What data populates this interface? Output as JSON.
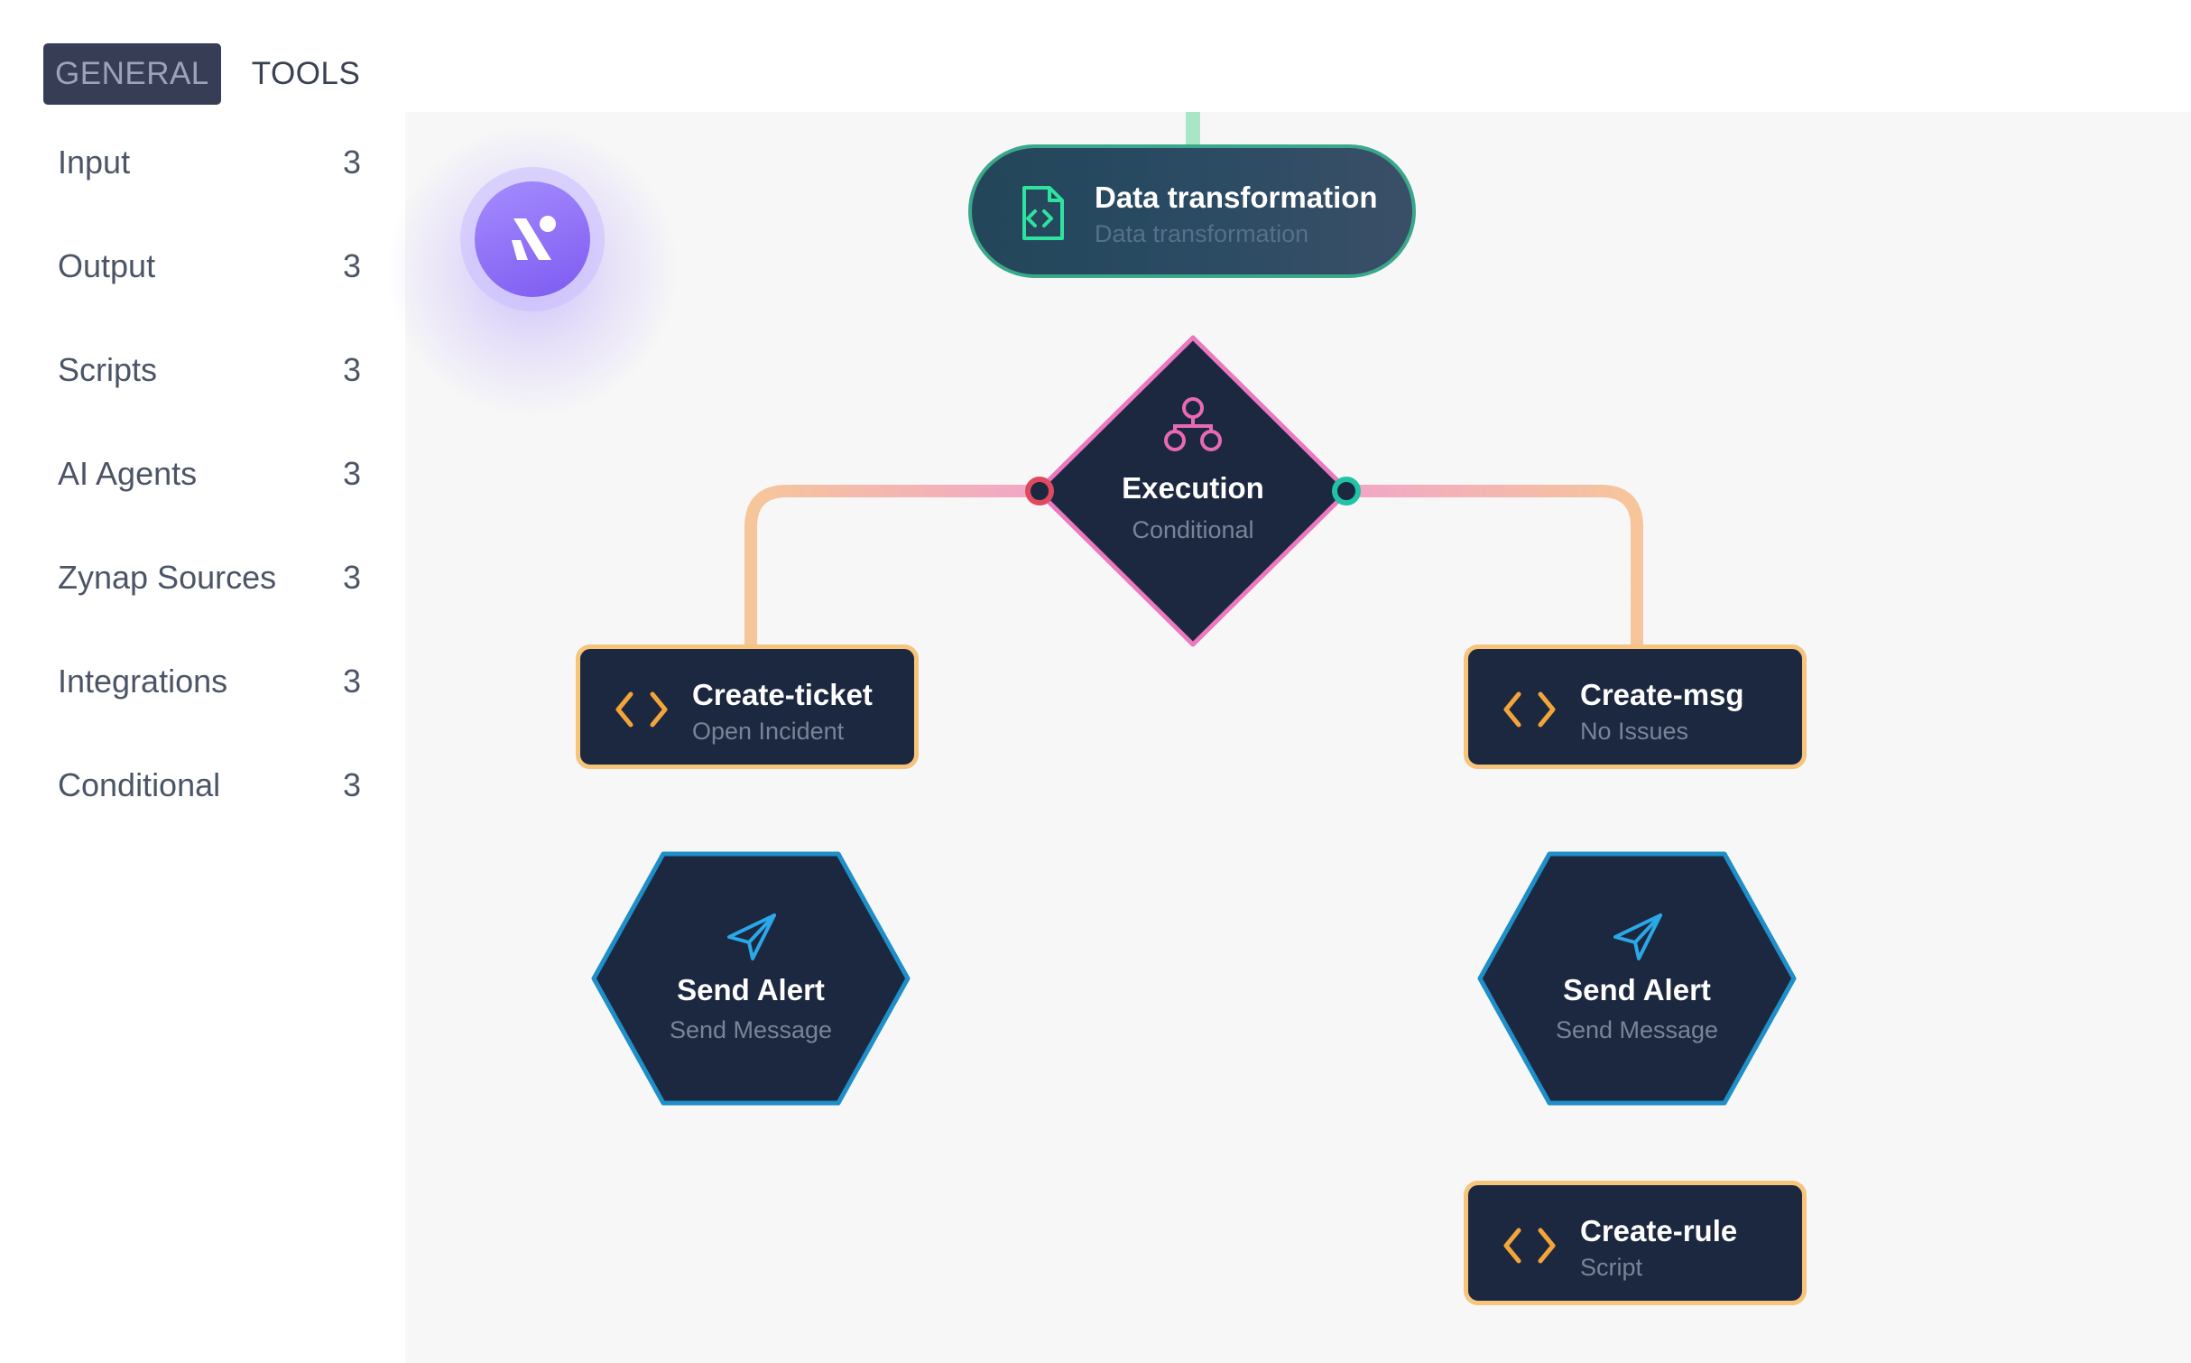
{
  "sidebar": {
    "tabs": [
      {
        "label": "GENERAL",
        "active": true
      },
      {
        "label": "TOOLS",
        "active": false
      }
    ],
    "categories": [
      {
        "label": "Input",
        "count": "3"
      },
      {
        "label": "Output",
        "count": "3"
      },
      {
        "label": "Scripts",
        "count": "3"
      },
      {
        "label": "AI Agents",
        "count": "3"
      },
      {
        "label": "Zynap Sources",
        "count": "3"
      },
      {
        "label": "Integrations",
        "count": "3"
      },
      {
        "label": "Conditional",
        "count": "3"
      }
    ]
  },
  "canvas": {
    "logo_icon": "app-logo-icon",
    "nodes": {
      "data_transformation": {
        "title": "Data transformation",
        "subtitle": "Data transformation",
        "icon": "file-code-icon"
      },
      "execution": {
        "title": "Execution",
        "subtitle": "Conditional",
        "icon": "branch-icon"
      },
      "create_ticket": {
        "title": "Create-ticket",
        "subtitle": "Open Incident",
        "icon": "code-icon"
      },
      "create_msg": {
        "title": "Create-msg",
        "subtitle": "No Issues",
        "icon": "code-icon"
      },
      "send_alert_left": {
        "title": "Send Alert",
        "subtitle": "Send Message",
        "icon": "send-icon"
      },
      "send_alert_right": {
        "title": "Send Alert",
        "subtitle": "Send Message",
        "icon": "send-icon"
      },
      "create_rule": {
        "title": "Create-rule",
        "subtitle": "Script",
        "icon": "code-icon"
      }
    }
  },
  "colors": {
    "node_bg": "#1c2840",
    "script_border": "#f6c47a",
    "action_border": "#1e8fc8",
    "conditional_border": "#ec78c0",
    "transform_border": "#3aa88a",
    "port_false": "#e04a5f",
    "port_true": "#20c4a4"
  }
}
